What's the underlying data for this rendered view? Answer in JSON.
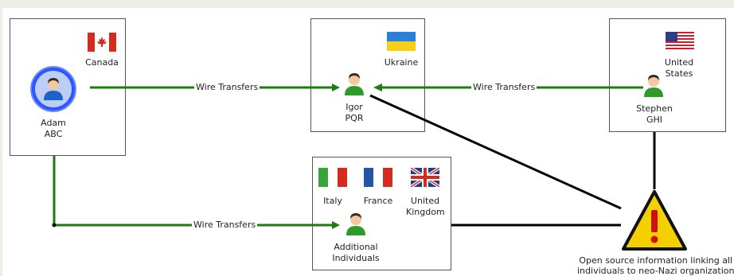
{
  "colors": {
    "wire": "#1f7a10",
    "link": "#000000",
    "warning": "#f5d000",
    "adam": "#2f55ff"
  },
  "nodes": {
    "adam": {
      "name": "Adam",
      "sub": "ABC",
      "country": "Canada"
    },
    "igor": {
      "name": "Igor",
      "sub": "PQR",
      "country": "Ukraine"
    },
    "stephen": {
      "name": "Stephen",
      "sub": "GHI",
      "country_line1": "United",
      "country_line2": "States"
    },
    "additional": {
      "line1": "Additional",
      "line2": "Individuals",
      "countries": [
        "Italy",
        "France"
      ],
      "uk_line1": "United",
      "uk_line2": "Kingdom"
    }
  },
  "edges": {
    "wire_label": "Wire  Transfers"
  },
  "warning": {
    "icon": "warning-icon",
    "line1": "Open source information linking all",
    "line2": "individuals to neo-Nazi organization"
  }
}
